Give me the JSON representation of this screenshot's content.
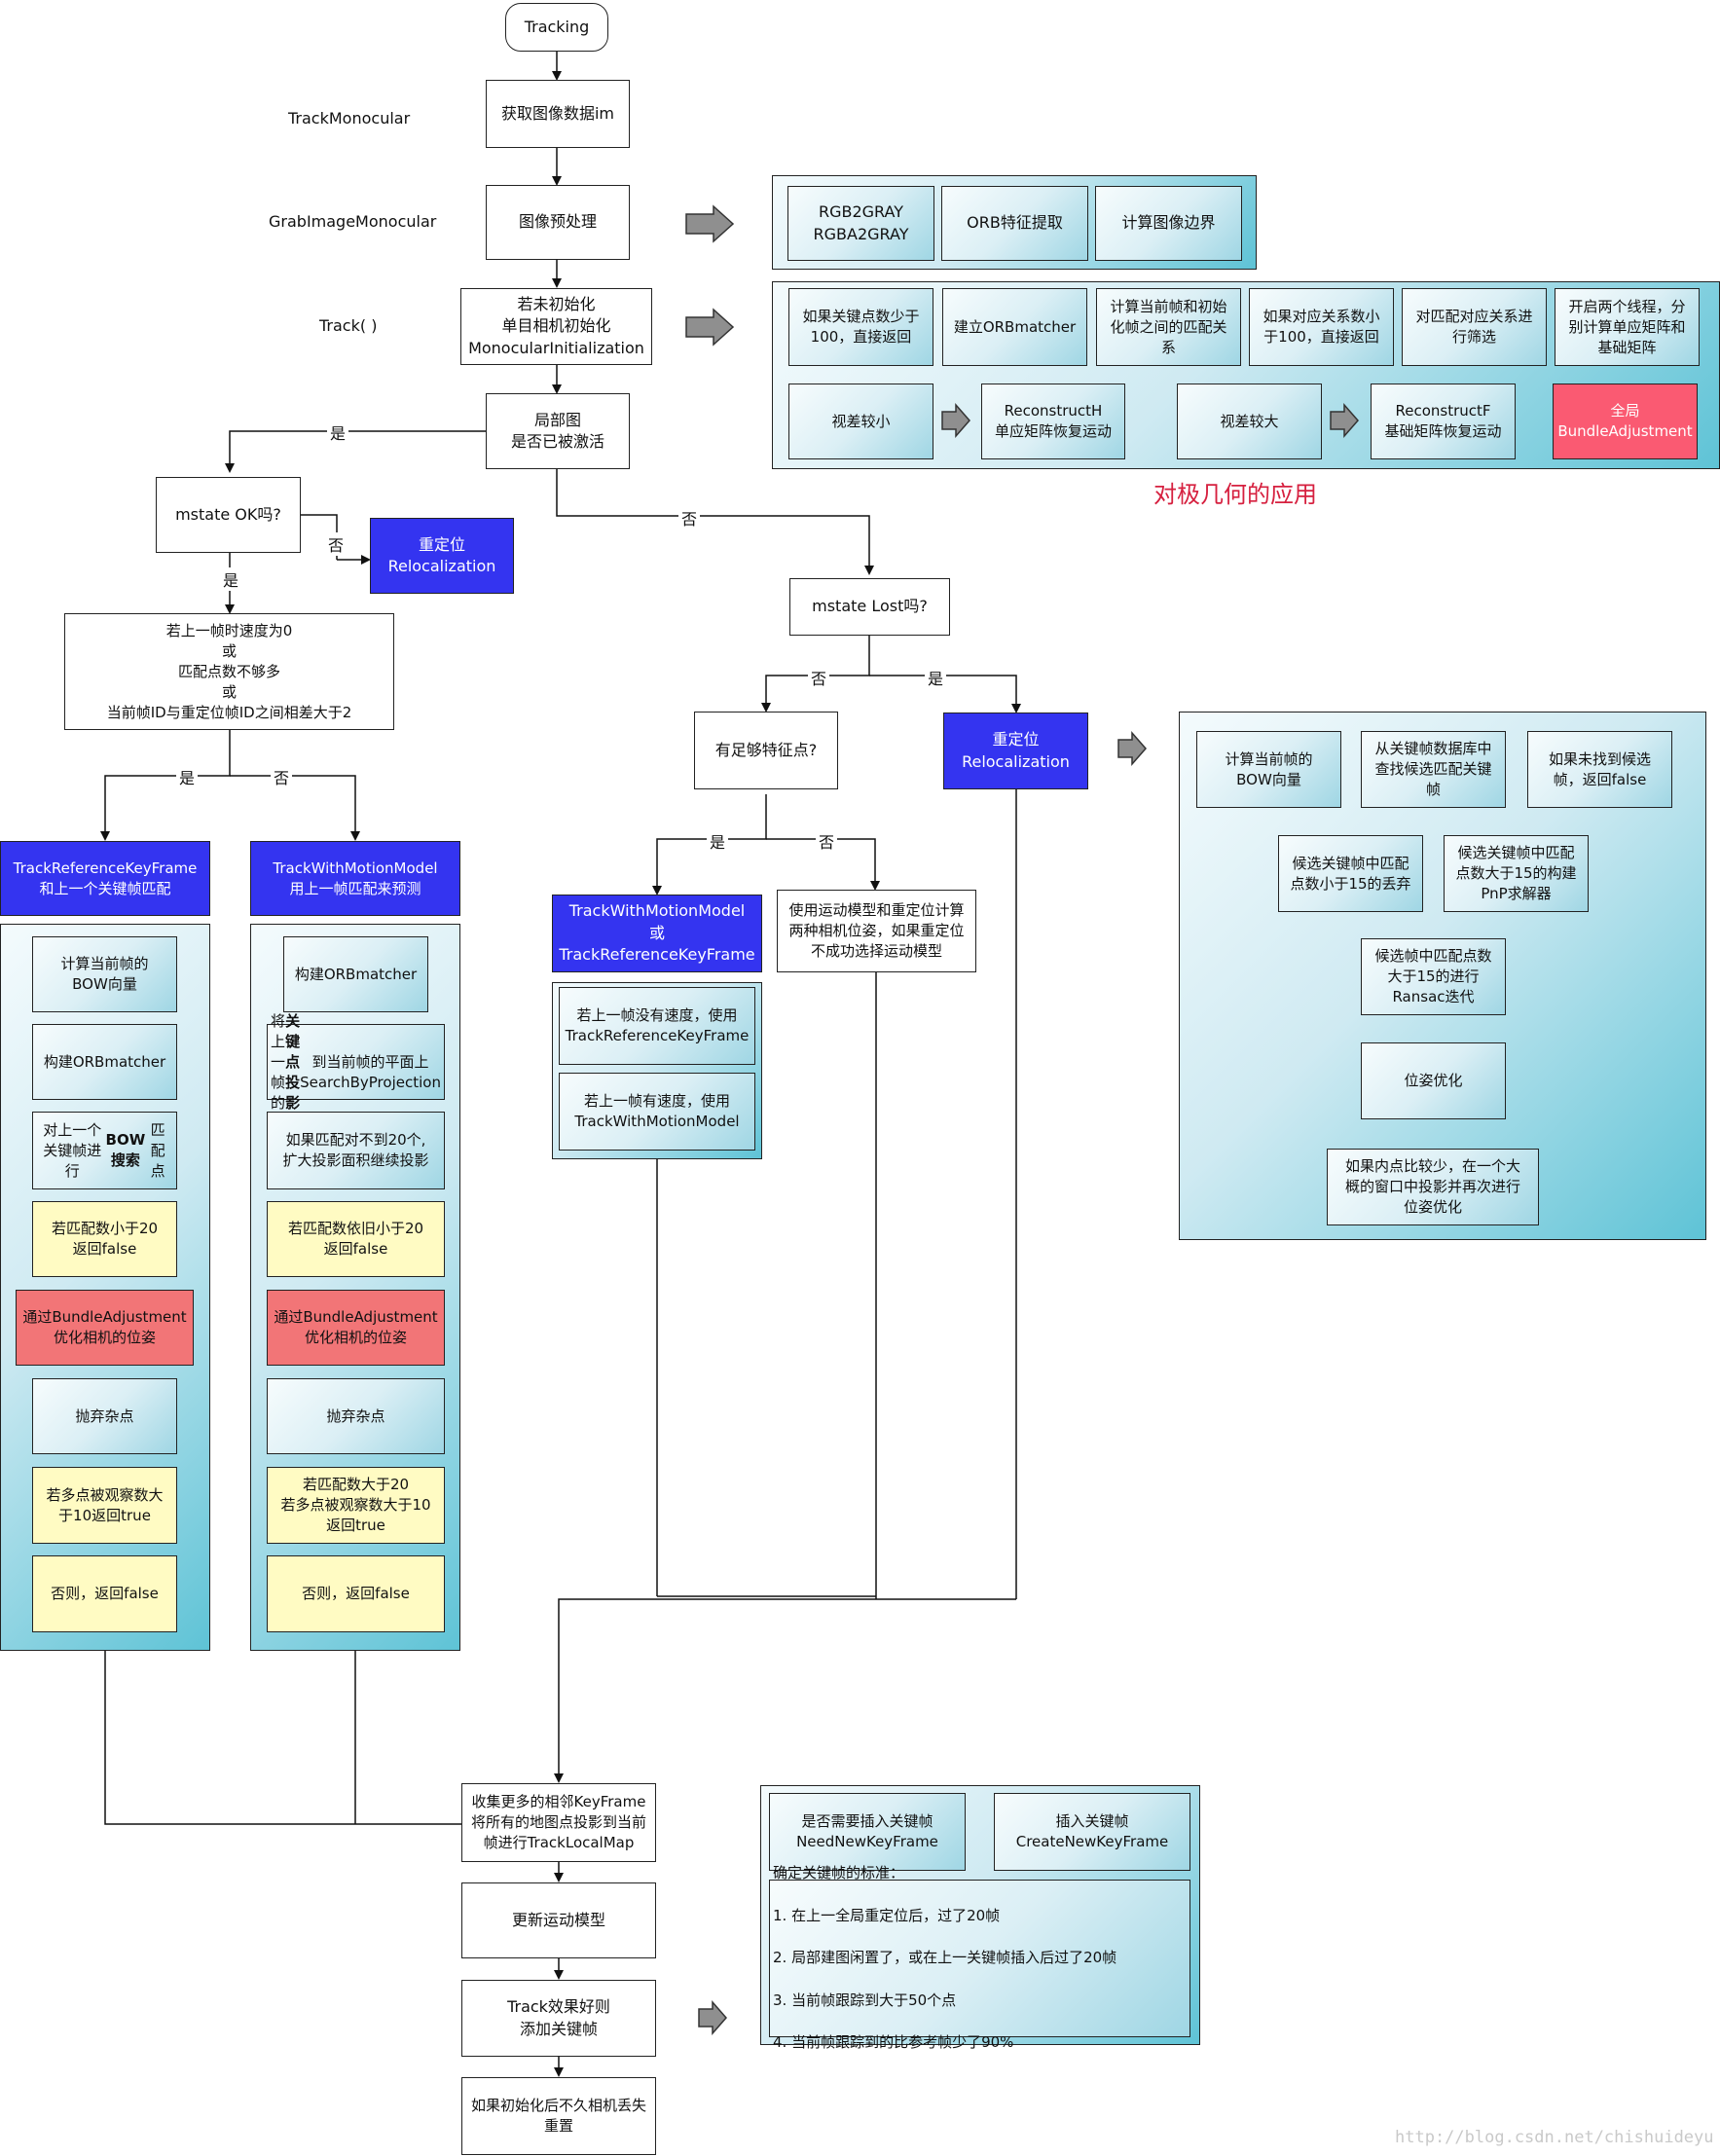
{
  "nodes": {
    "start": "Tracking",
    "get_image": "获取图像数据im",
    "preprocess": "图像预处理",
    "init": "若未初始化\n单目相机初始化\nMonocularInitialization",
    "local_map": "局部图\n是否已被激活",
    "state_ok": "mstate OK吗?",
    "reloc_left": "重定位\nRelocalization",
    "velocity_check": "若上一帧时速度为0\n或\n匹配点数不够多\n或\n当前帧ID与重定位帧ID之间相差大于2",
    "track_ref": "TrackReferenceKeyFrame\n和上一个关键帧匹配",
    "track_motion": "TrackWithMotionModel\n用上一帧匹配来预测",
    "state_lost": "mstate Lost吗?",
    "enough_features": "有足够特征点?",
    "reloc_right": "重定位\nRelocalization",
    "motion_or_ref": "TrackWithMotionModel\n或\nTrackReferenceKeyFrame",
    "motion_reloc": "使用运动模型和重定位计算\n两种相机位姿，如果重定位\n不成功选择运动模型",
    "local_map_track": "收集更多的相邻KeyFrame\n将所有的地图点投影到当前\n帧进行TrackLocalMap",
    "update_motion": "更新运动模型",
    "add_keyframe": "Track效果好则\n添加关键帧",
    "reset": "如果初始化后不久相机丢失\n重置"
  },
  "side_labels": {
    "track_monocular": "TrackMonocular",
    "grab_image": "GrabImageMonocular",
    "track_fn": "Track( )"
  },
  "edge_labels": {
    "yes": "是",
    "no": "否"
  },
  "preprocess_panel": [
    "RGB2GRAY\nRGBA2GRAY",
    "ORB特征提取",
    "计算图像边界"
  ],
  "init_panel": {
    "row1": [
      "如果关键点数少于\n100，直接返回",
      "建立ORBmatcher",
      "计算当前帧和初始\n化帧之间的匹配关\n系",
      "如果对应关系数小\n于100，直接返回",
      "对匹配对应关系进\n行筛选",
      "开启两个线程，分\n别计算单应矩阵和\n基础矩阵"
    ],
    "row2": [
      "视差较小",
      "ReconstructH\n单应矩阵恢复运动",
      "视差较大",
      "ReconstructF\n基础矩阵恢复运动",
      "全局\nBundleAdjustment"
    ],
    "caption": "对极几何的应用"
  },
  "track_ref_steps": [
    "计算当前帧的\nBOW向量",
    "构建ORBmatcher",
    "对上一个关键帧进\n行BOW搜索匹配点",
    "若匹配数小于20\n返回false",
    "通过BundleAdjustment\n优化相机的位姿",
    "抛弃杂点",
    "若多点被观察数大\n于10返回true",
    "否则，返回false"
  ],
  "track_ref_bold": "BOW搜索",
  "track_motion_steps": [
    "构建ORBmatcher",
    "将上一帧的关键点投影\n到当前帧的平面上\nSearchByProjection",
    "如果匹配对不到20个,\n扩大投影面积继续投影",
    "若匹配数依旧小于20\n返回false",
    "通过BundleAdjustment\n优化相机的位姿",
    "抛弃杂点",
    "若匹配数大于20\n若多点被观察数大于10\n返回true",
    "否则，返回false"
  ],
  "track_motion_bold": "关键点投影",
  "motion_or_ref_steps": [
    "若上一帧没有速度，使用\nTrackReferenceKeyFrame",
    "若上一帧有速度，使用\nTrackWithMotionModel"
  ],
  "reloc_panel": [
    "计算当前帧的\nBOW向量",
    "从关键帧数据库中\n查找候选匹配关键\n帧",
    "如果未找到候选\n帧，返回false",
    "候选关键帧中匹配\n点数小于15的丢弃",
    "候选关键帧中匹配\n点数大于15的构建\nPnP求解器",
    "候选帧中匹配点数\n大于15的进行\nRansac迭代",
    "位姿优化",
    "如果内点比较少，在一个大\n概的窗口中投影并再次进行\n位姿优化"
  ],
  "keyframe_panel": {
    "top": [
      "是否需要插入关键帧\nNeedNewKeyFrame",
      "插入关键帧\nCreateNewKeyFrame"
    ],
    "criteria_title": "确定关键帧的标准：",
    "criteria": [
      "1. 在上一全局重定位后，过了20帧",
      "2. 局部建图闲置了，或在上一关键帧插入后过了20帧",
      "3. 当前帧跟踪到大于50个点",
      "4. 当前帧跟踪到的比参考帧少了90%"
    ]
  },
  "watermark": "http://blog.csdn.net/chishuideyu",
  "colors": {
    "blue": "#3434f0",
    "red": "#f27577",
    "pink": "#fa5a72",
    "yellow": "#fffbc3",
    "caption": "#d6203f"
  }
}
